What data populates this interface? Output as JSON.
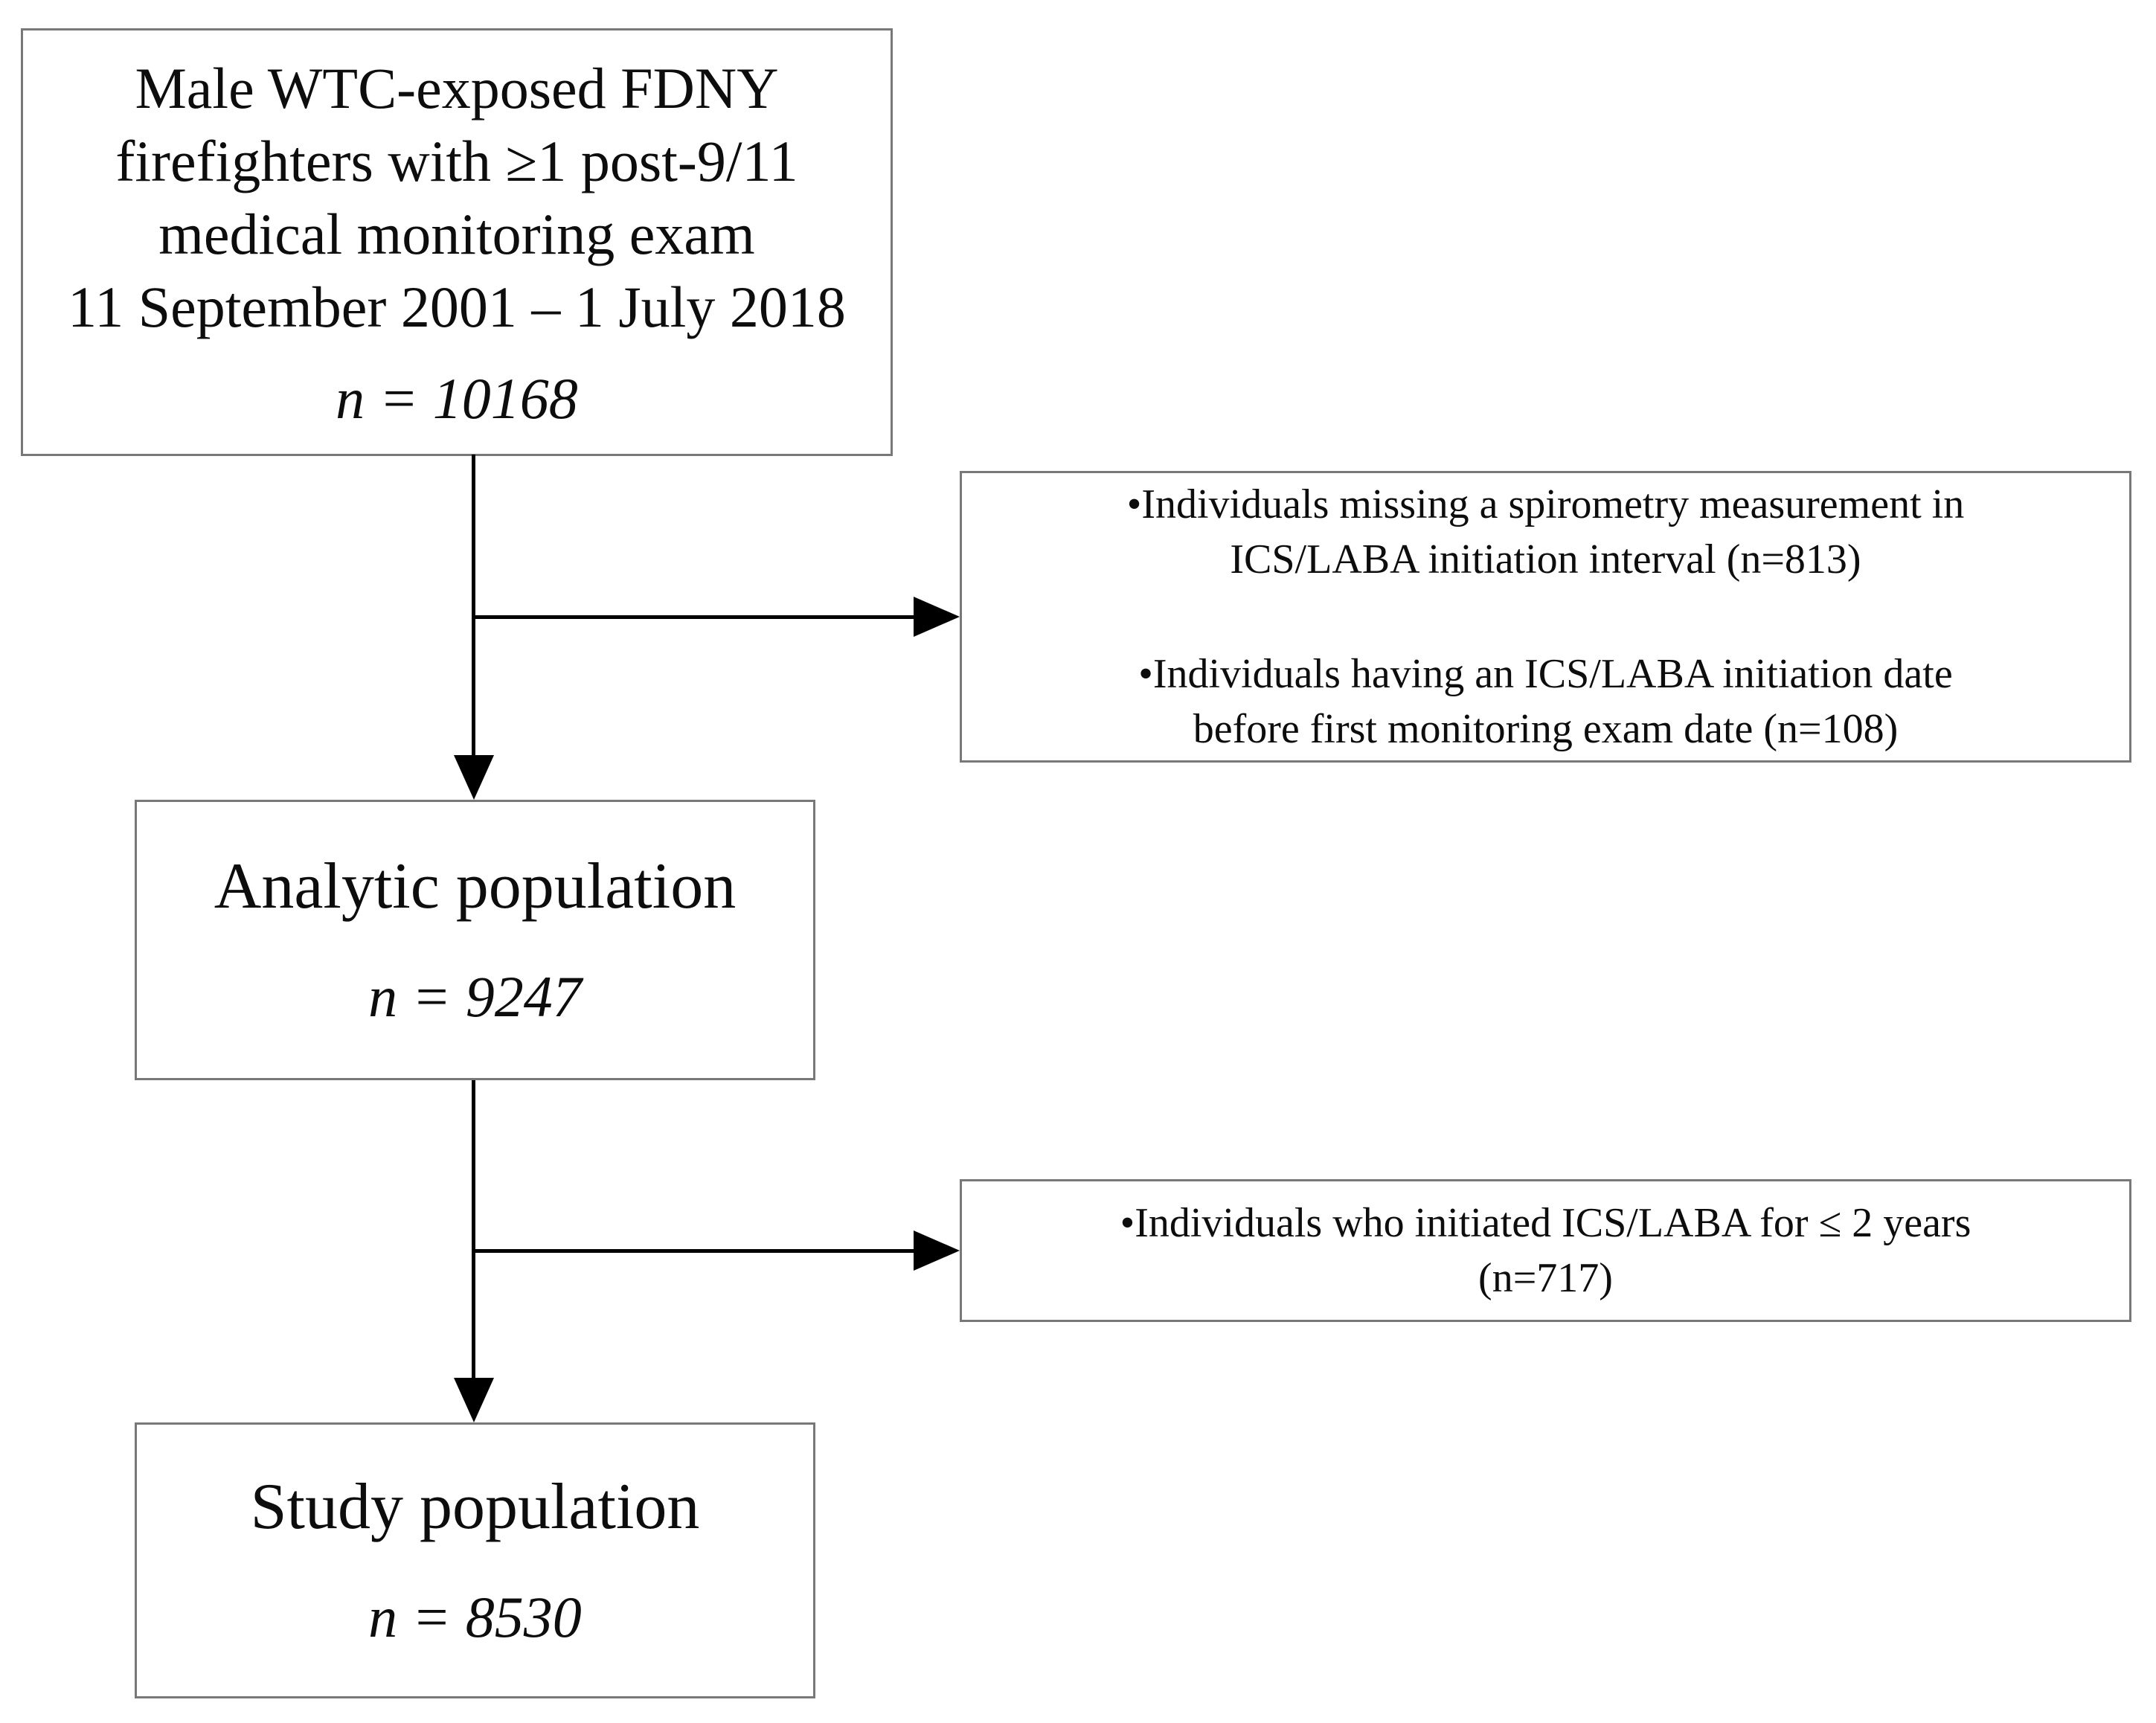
{
  "colors": {
    "background": "#ffffff",
    "box_border": "#787878",
    "connector": "#000000",
    "text": "#0d0d0d"
  },
  "diagram": {
    "top_box": {
      "lines": [
        "Male WTC-exposed FDNY",
        "firefighters with ≥1 post-9/11",
        "medical monitoring exam",
        "11 September 2001 – 1 July 2018"
      ],
      "n_label": "n = 10168"
    },
    "exclusion_box_1": {
      "items": [
        {
          "lines": [
            "•Individuals missing a spirometry measurement in",
            "ICS/LABA initiation interval (n=813)"
          ]
        },
        {
          "lines": [
            "•Individuals having an ICS/LABA initiation date",
            "before first monitoring exam date (n=108)"
          ]
        }
      ]
    },
    "analytic_box": {
      "title": "Analytic population",
      "n_label": "n = 9247"
    },
    "exclusion_box_2": {
      "items": [
        {
          "lines": [
            "•Individuals who initiated ICS/LABA for ≤ 2 years",
            "(n=717)"
          ]
        }
      ]
    },
    "study_box": {
      "title": "Study population",
      "n_label": "n = 8530"
    }
  }
}
